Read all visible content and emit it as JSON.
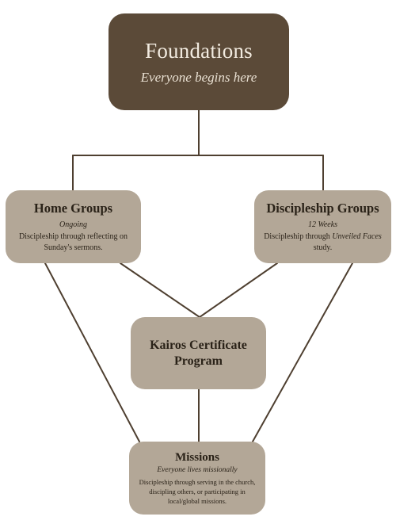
{
  "foundations": {
    "title": "Foundations",
    "subtitle": "Everyone begins here"
  },
  "home_groups": {
    "title": "Home Groups",
    "tag": "Ongoing",
    "desc": "Discipleship through reflecting on Sunday's sermons."
  },
  "discipleship_groups": {
    "title": "Discipleship Groups",
    "tag": "12 Weeks",
    "desc_pre": "Discipleship through ",
    "desc_italic": "Unveiled Faces",
    "desc_post": " study."
  },
  "kairos": {
    "title": "Kairos Certificate Program"
  },
  "missions": {
    "title": "Missions",
    "tag": "Everyone lives missionally",
    "desc": "Discipleship through serving in the church, discipling others, or participating in local/global missions."
  },
  "colors": {
    "dark_box": "#5b4a38",
    "light_box": "#b3a797",
    "line": "#4e3f30"
  }
}
